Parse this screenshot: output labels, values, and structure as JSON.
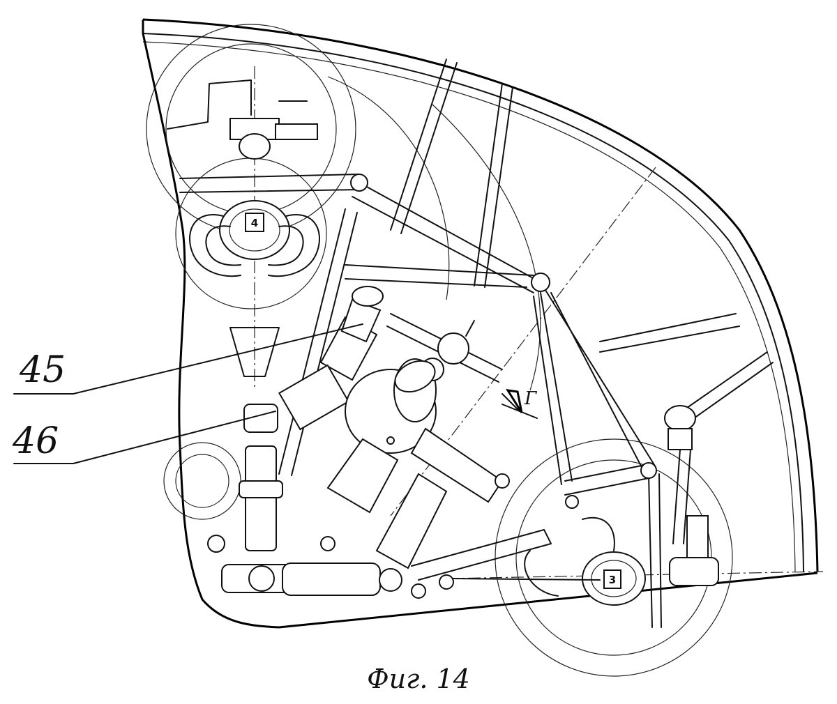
{
  "figure": {
    "caption": "Фиг. 14",
    "reference_labels": [
      "45",
      "46"
    ],
    "view_label": "Г",
    "unit_tags": [
      "4",
      "3"
    ]
  }
}
